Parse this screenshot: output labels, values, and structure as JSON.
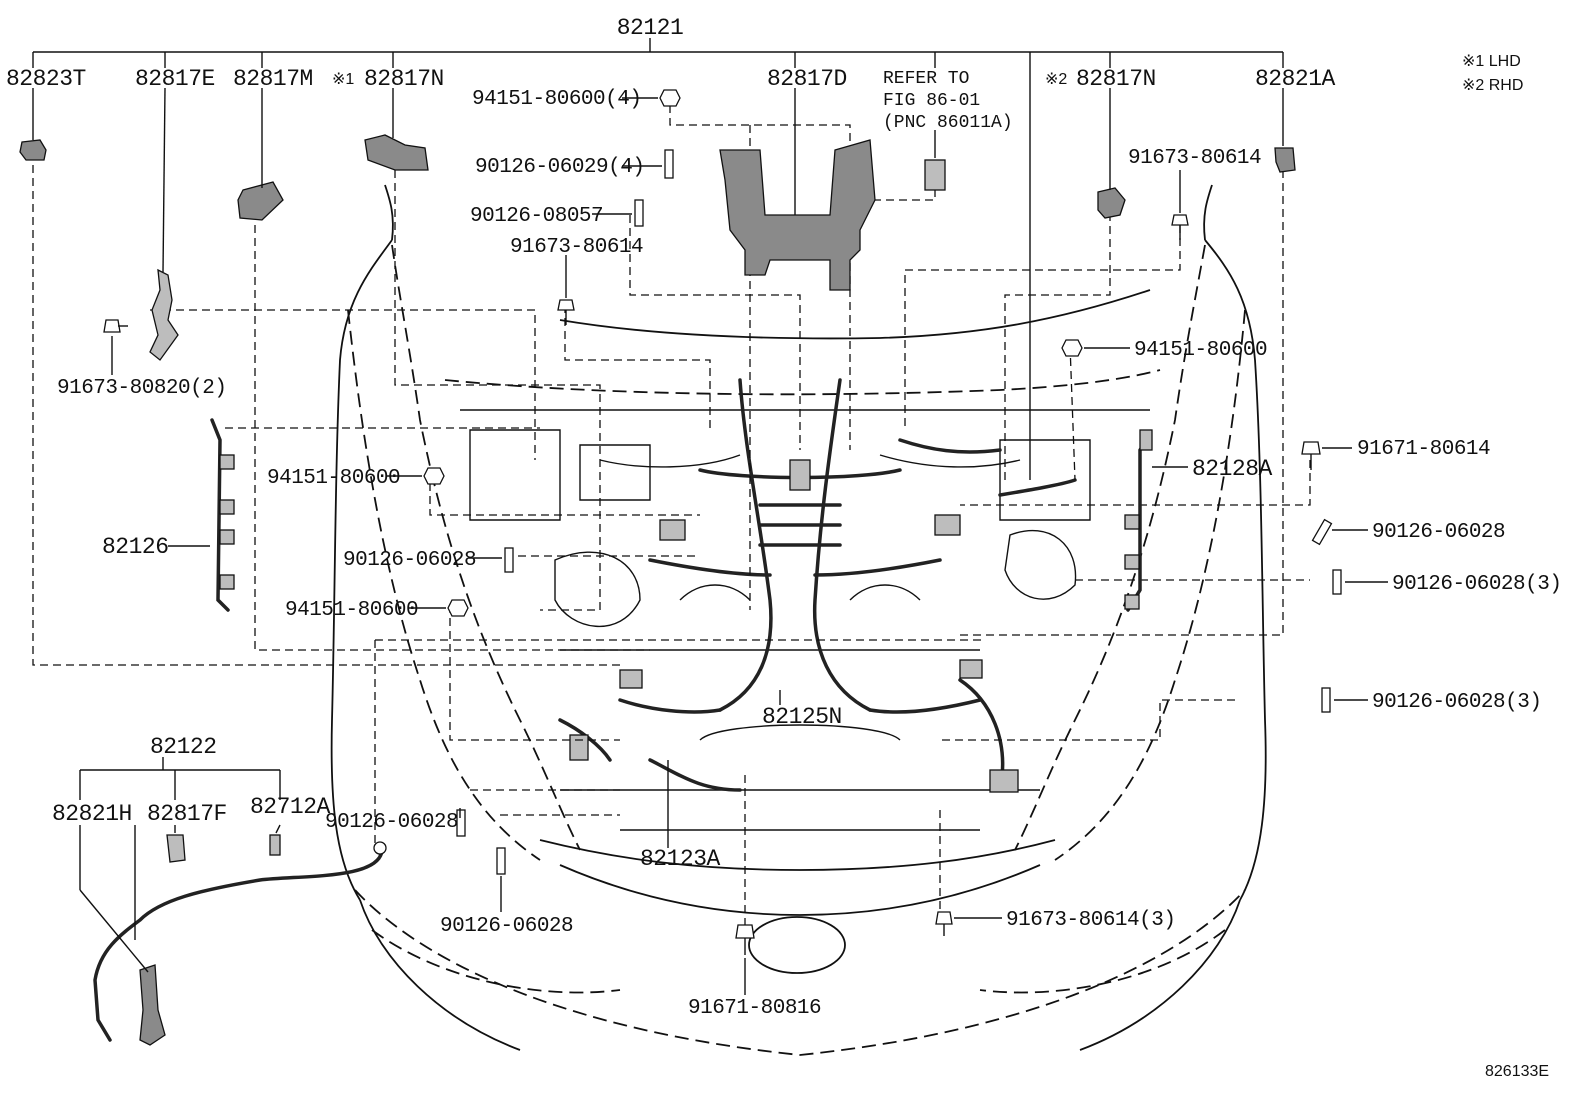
{
  "diagram": {
    "labels": {
      "p82121": "82121",
      "p82823T": "82823T",
      "p82817E": "82817E",
      "p82817M": "82817M",
      "p82817N_lhd": "82817N",
      "p82817D": "82817D",
      "refer_line1": "REFER TO",
      "refer_line2": "FIG 86-01",
      "refer_line3": "(PNC 86011A)",
      "p82817N_rhd": "82817N",
      "p82821A": "82821A",
      "p94151_80600_4": "94151-80600(4)",
      "p90126_06029_4": "90126-06029(4)",
      "p90126_08057": "90126-08057",
      "p91673_80614_a": "91673-80614",
      "p91673_80614_b": "91673-80614",
      "p91673_80820_2": "91673-80820(2)",
      "p94151_80600_r": "94151-80600",
      "p91671_80614": "91671-80614",
      "p82128A": "82128A",
      "p94151_80600_l": "94151-80600",
      "p90126_06028_a": "90126-06028",
      "p90126_06028_r": "90126-06028",
      "p82126": "82126",
      "p90126_06028_3a": "90126-06028(3)",
      "p94151_80600_l2": "94151-80600",
      "p90126_06028_3b": "90126-06028(3)",
      "p82125N": "82125N",
      "p82122": "82122",
      "p82821H": "82821H",
      "p82817F": "82817F",
      "p82712A": "82712A",
      "p90126_06028_b": "90126-06028",
      "p82123A": "82123A",
      "p91673_80614_3": "91673-80614(3)",
      "p90126_06028_c": "90126-06028",
      "p91671_80816": "91671-80816",
      "figure_code": "826133E"
    },
    "markers": {
      "lhd_mark": "※1",
      "rhd_mark": "※2"
    },
    "legend": {
      "lhd": "※1 LHD",
      "rhd": "※2 RHD"
    }
  }
}
